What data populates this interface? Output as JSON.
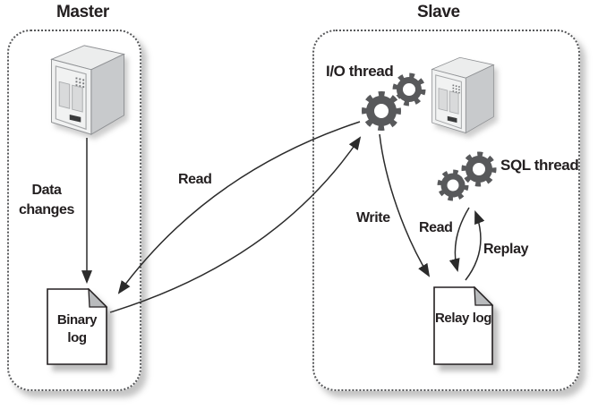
{
  "master": {
    "title": "Master",
    "data_changes_label": "Data changes",
    "binary_log_label": "Binary log"
  },
  "slave": {
    "title": "Slave",
    "io_thread_label": "I/O thread",
    "sql_thread_label": "SQL thread",
    "relay_log_label": "Relay log"
  },
  "arrows": {
    "master_read_label": "Read",
    "write_label": "Write",
    "slave_read_label": "Read",
    "replay_label": "Replay"
  },
  "icons": {
    "master_server": "server-tower-icon",
    "slave_server": "server-tower-icon",
    "io_thread": "gears-icon",
    "sql_thread": "gears-icon",
    "binary_log": "document-icon",
    "relay_log": "document-icon"
  },
  "colors": {
    "ink": "#231f20",
    "arrow": "#2b2b2b",
    "gear": "#58595b",
    "dotted_border": "#57585a",
    "doc_fold": "#b9bbbd",
    "server_top": "#eceded",
    "server_side": "#c8cacc",
    "server_front": "#f1f2f2",
    "shadow": "rgba(125,125,125,0.45)"
  }
}
